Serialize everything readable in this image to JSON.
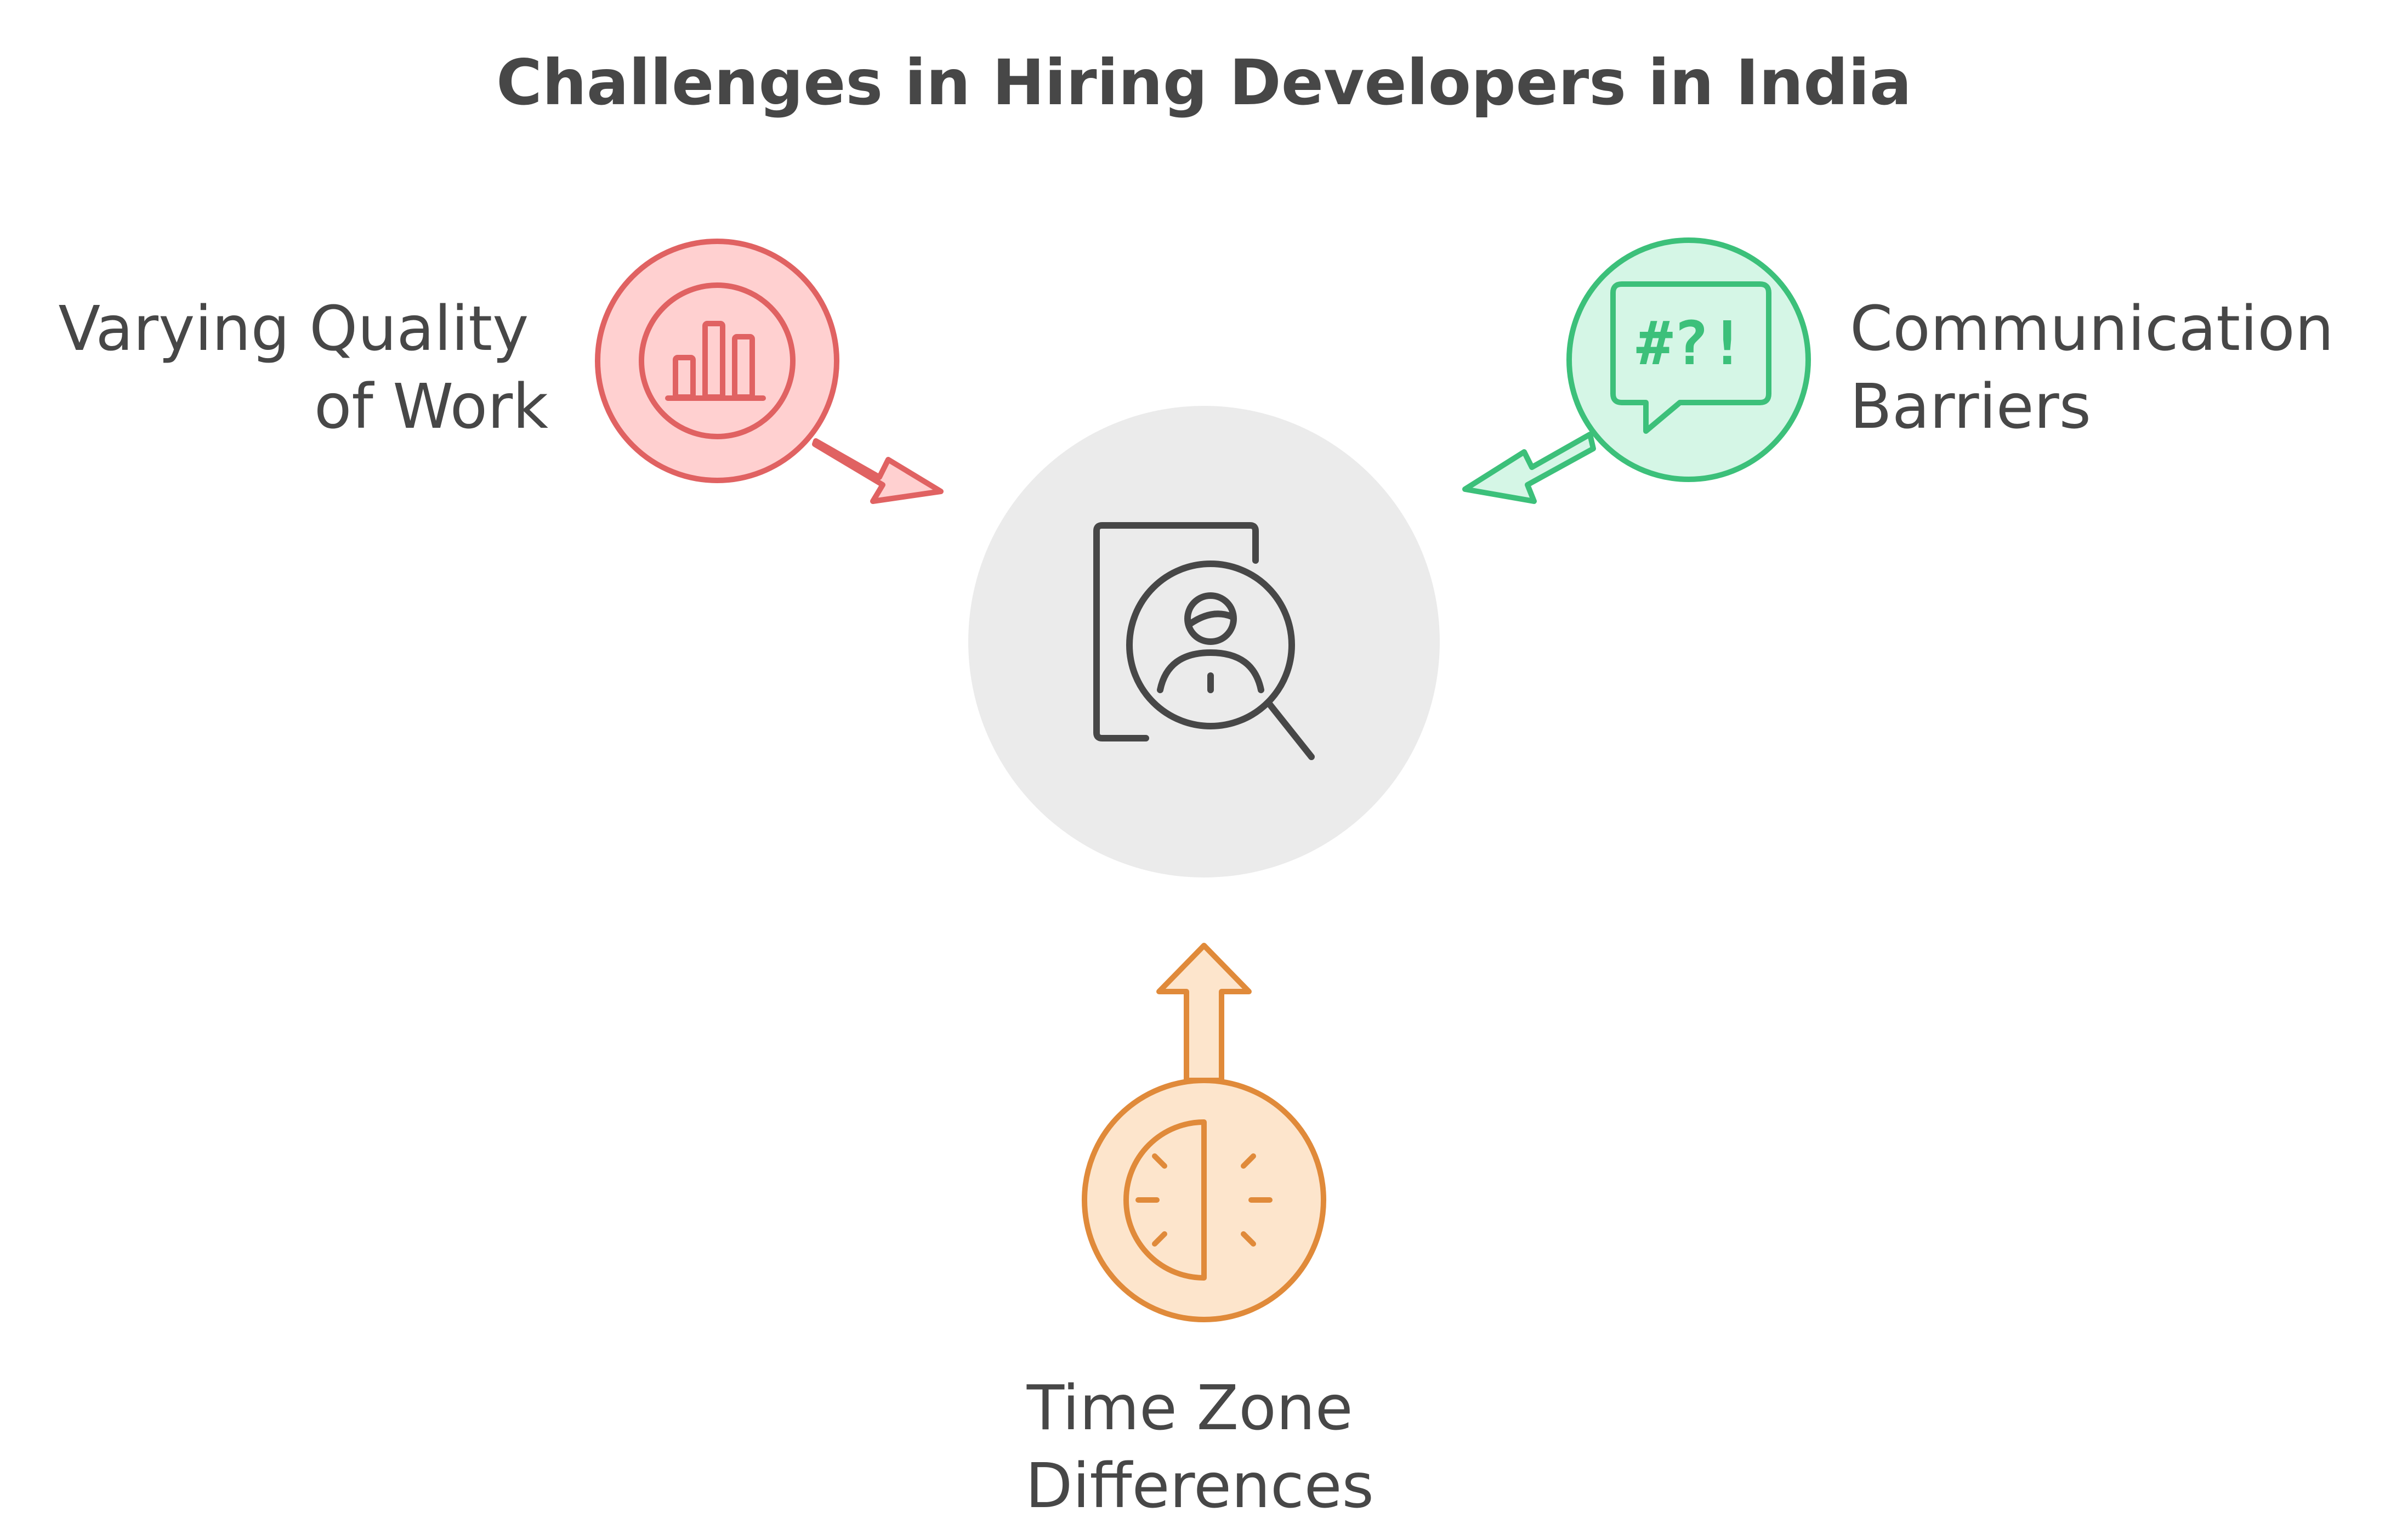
{
  "title": "Challenges in Hiring Developers in India",
  "center": {
    "icon": "candidate-search-icon",
    "fill_color": "#ebebeb",
    "stroke_color": "#474747"
  },
  "challenges": [
    {
      "id": "quality",
      "label_lines": [
        "Varying Quality",
        "of Work"
      ],
      "icon": "bar-chart-icon",
      "fill_color": "#ffd0d0",
      "stroke_color": "#e06262"
    },
    {
      "id": "communication",
      "label_lines": [
        "Communication",
        "Barriers"
      ],
      "icon": "speech-bubble-icon",
      "icon_text": "#?!",
      "fill_color": "#d5f6e6",
      "stroke_color": "#3cc07a"
    },
    {
      "id": "timezone",
      "label_lines": [
        "Time Zone",
        "Differences"
      ],
      "icon": "half-clock-icon",
      "fill_color": "#fde5cc",
      "stroke_color": "#e08a3a"
    }
  ]
}
